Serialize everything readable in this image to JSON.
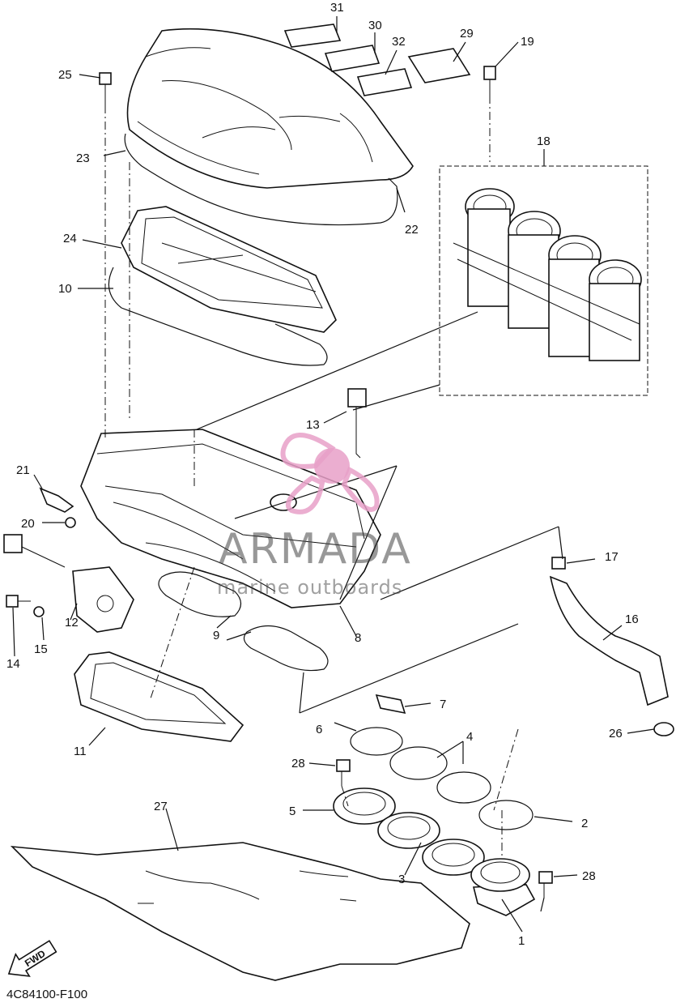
{
  "diagram": {
    "part_labels": {
      "p1": "1",
      "p2": "2",
      "p3": "3",
      "p4": "4",
      "p5": "5",
      "p6": "6",
      "p7": "7",
      "p8": "8",
      "p9": "9",
      "p10": "10",
      "p11": "11",
      "p12": "12",
      "p13": "13",
      "p14": "14",
      "p15": "15",
      "p16": "16",
      "p17": "17",
      "p18": "18",
      "p19": "19",
      "p20": "20",
      "p21": "21",
      "p22": "22",
      "p23": "23",
      "p24": "24",
      "p25": "25",
      "p26": "26",
      "p27": "27",
      "p28a": "28",
      "p28b": "28",
      "p29": "29",
      "p30": "30",
      "p31": "31",
      "p32": "32"
    },
    "fwd_label": "FWD",
    "drawing_code": "4C84100-F100"
  },
  "watermark": {
    "brand": "ARMADA",
    "tagline": "marine outboards",
    "color": "#e8a0c8"
  }
}
